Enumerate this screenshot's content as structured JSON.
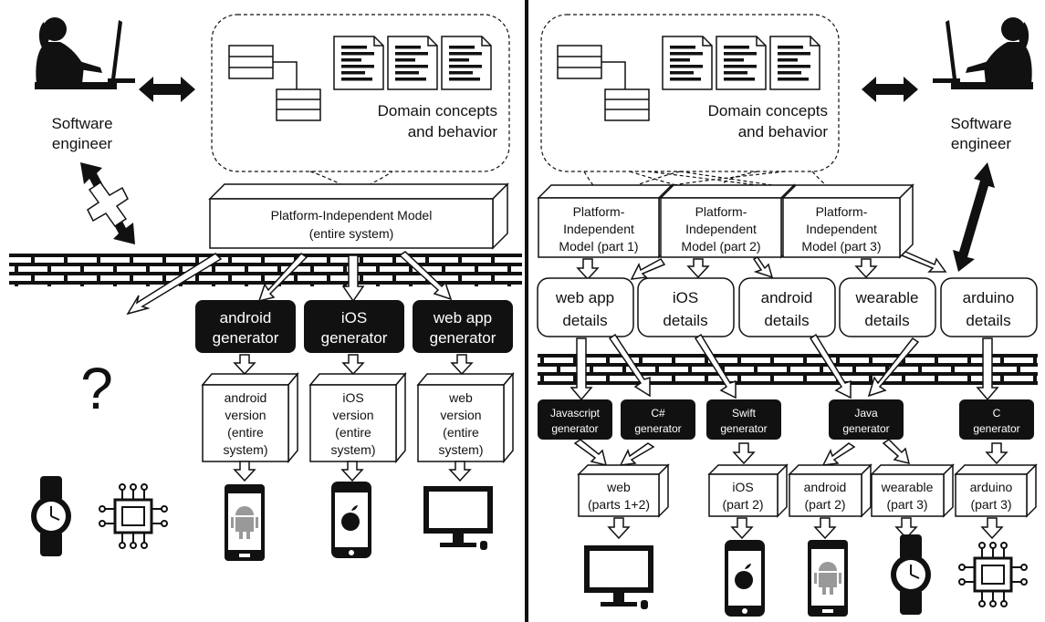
{
  "left": {
    "engineer_label": [
      "Software",
      "engineer"
    ],
    "domain_label": [
      "Domain concepts",
      "and behavior"
    ],
    "pim_label": [
      "Platform-Independent Model",
      "(entire system)"
    ],
    "unknown": "?",
    "generators": [
      {
        "label": [
          "android",
          "generator"
        ]
      },
      {
        "label": [
          "iOS",
          "generator"
        ]
      },
      {
        "label": [
          "web app",
          "generator"
        ]
      }
    ],
    "outputs": [
      {
        "label": [
          "android",
          "version",
          "(entire",
          "system)"
        ],
        "device": "android-phone"
      },
      {
        "label": [
          "iOS",
          "version",
          "(entire",
          "system)"
        ],
        "device": "iphone"
      },
      {
        "label": [
          "web",
          "version",
          "(entire",
          "system)"
        ],
        "device": "desktop-monitor"
      }
    ],
    "unsupported_devices": [
      "smartwatch",
      "microcontroller-chip"
    ]
  },
  "right": {
    "engineer_label": [
      "Software",
      "engineer"
    ],
    "domain_label": [
      "Domain concepts",
      "and behavior"
    ],
    "pims": [
      {
        "label": [
          "Platform-",
          "Independent",
          "Model (part 1)"
        ]
      },
      {
        "label": [
          "Platform-",
          "Independent",
          "Model (part 2)"
        ]
      },
      {
        "label": [
          "Platform-",
          "Independent",
          "Model (part 3)"
        ]
      }
    ],
    "details": [
      {
        "label": [
          "web app",
          "details"
        ]
      },
      {
        "label": [
          "iOS",
          "details"
        ]
      },
      {
        "label": [
          "android",
          "details"
        ]
      },
      {
        "label": [
          "wearable",
          "details"
        ]
      },
      {
        "label": [
          "arduino",
          "details"
        ]
      }
    ],
    "generators": [
      {
        "label": [
          "Javascript",
          "generator"
        ]
      },
      {
        "label": [
          "C#",
          "generator"
        ]
      },
      {
        "label": [
          "Swift",
          "generator"
        ]
      },
      {
        "label": [
          "Java",
          "generator"
        ]
      },
      {
        "label": [
          "C",
          "generator"
        ]
      }
    ],
    "outputs": [
      {
        "label": [
          "web",
          "(parts 1+2)"
        ],
        "device": "desktop-monitor"
      },
      {
        "label": [
          "iOS",
          "(part 2)"
        ],
        "device": "iphone"
      },
      {
        "label": [
          "android",
          "(part 2)"
        ],
        "device": "android-phone"
      },
      {
        "label": [
          "wearable",
          "(part 3)"
        ],
        "device": "smartwatch"
      },
      {
        "label": [
          "arduino",
          "(part 3)"
        ],
        "device": "microcontroller-chip"
      }
    ]
  },
  "colors": {
    "ink": "#111111",
    "paper": "#ffffff",
    "brick": "#111111"
  }
}
